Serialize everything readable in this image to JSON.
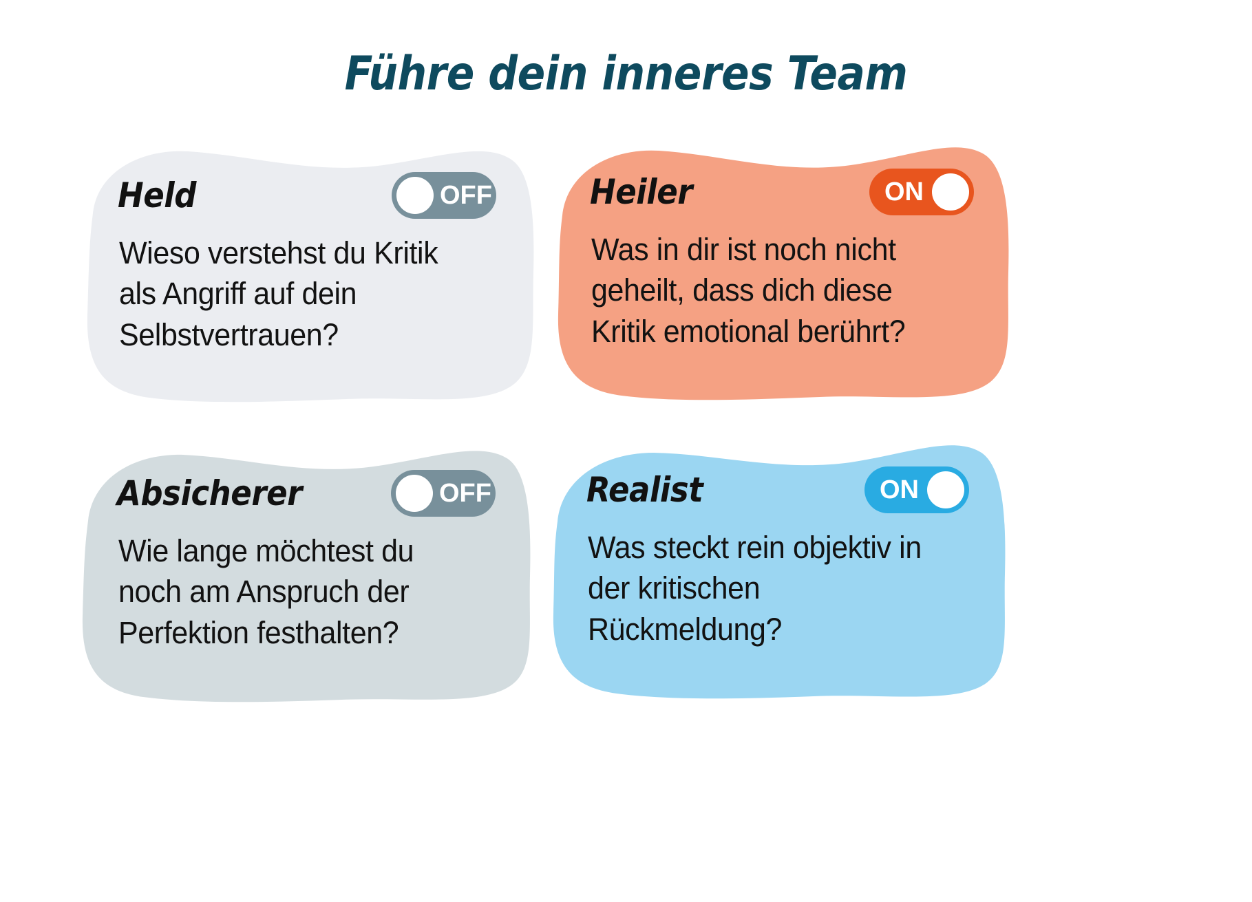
{
  "header": {
    "title": "Führe dein inneres Team"
  },
  "colors": {
    "background": "#FFFFFF",
    "title_text": "#0E4A5E",
    "body_text": "#121212",
    "card_held_bg": "#EBEDF1",
    "card_heiler_bg": "#F5A183",
    "card_absicherer_bg": "#D3DCDF",
    "card_realist_bg": "#9BD6F2",
    "toggle_off_track": "#78909B",
    "toggle_on_orange": "#E8551E",
    "toggle_on_blue": "#29ABE2",
    "toggle_knob": "#FFFFFF"
  },
  "cards": [
    {
      "id": "held",
      "title": "Held",
      "toggle": {
        "state": "OFF",
        "label": "OFF",
        "on": false
      },
      "question_lines": [
        "Wieso verstehst du Kritik",
        "als Angriff auf dein",
        "Selbstvertrauen?"
      ],
      "question": "Wieso verstehst du Kritik als Angriff auf dein Selbstvertrauen?"
    },
    {
      "id": "heiler",
      "title": "Heiler",
      "toggle": {
        "state": "ON",
        "label": "ON",
        "on": true
      },
      "question_lines": [
        "Was in dir ist noch nicht",
        "geheilt, dass dich diese",
        "Kritik emotional berührt?"
      ],
      "question": "Was in dir ist noch nicht geheilt, dass dich diese Kritik emotional berührt?"
    },
    {
      "id": "absicherer",
      "title": "Absicherer",
      "toggle": {
        "state": "OFF",
        "label": "OFF",
        "on": false
      },
      "question_lines": [
        "Wie lange möchtest du",
        "noch am Anspruch der",
        "Perfektion festhalten?"
      ],
      "question": "Wie lange möchtest du noch am Anspruch der Perfektion festhalten?"
    },
    {
      "id": "realist",
      "title": "Realist",
      "toggle": {
        "state": "ON",
        "label": "ON",
        "on": true
      },
      "question_lines": [
        "Was steckt rein objektiv in",
        "der kritischen",
        "Rückmeldung?"
      ],
      "question": "Was steckt rein objektiv in der kritischen Rückmeldung?"
    }
  ]
}
